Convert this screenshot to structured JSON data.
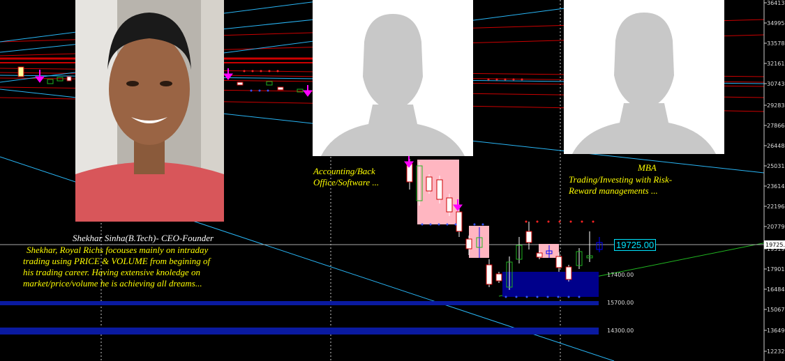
{
  "colors": {
    "background": "#000000",
    "resistance": "#cc0000",
    "trendline": "#29b6f6",
    "support_band": "#00008b",
    "caption": "#ffff00",
    "price_box": "#00e5ff",
    "zone_fill": "#ffb6c1",
    "arrow": "#ff00ff"
  },
  "price_axis": {
    "labels": [
      "36413.2",
      "34995.9",
      "33578.5",
      "32161.2",
      "30743.8",
      "29283.5",
      "27866.2",
      "26448.8",
      "25031.5",
      "23614.1",
      "22196.8",
      "20779.4",
      "19725.0",
      "19319.5",
      "17901.8",
      "16484.4",
      "15067.1",
      "13649.7",
      "12232.4"
    ]
  },
  "current_price": "19725.00",
  "profiles": {
    "founder": {
      "name": "Shekhar Sinha(B.Tech)- CEO-Founder",
      "lines": [
        "Shekhar, Royal Richs focouses mainly on intraday",
        "trading using PRICE & VOLUME from begining of",
        "his trading career. Having extensive knoledge on",
        "market/price/volume he is achieving all dreams..."
      ]
    },
    "accounting": {
      "lines": [
        "Accounting/Back",
        "Office/Software ..."
      ]
    },
    "mba": {
      "title": "MBA",
      "lines": [
        "Trading/Investing with Risk-",
        "Reward managements  ..."
      ]
    }
  },
  "icons": {
    "founder_photo": "person-photo",
    "placeholder_1": "person-silhouette-icon",
    "placeholder_2": "person-silhouette-icon"
  }
}
